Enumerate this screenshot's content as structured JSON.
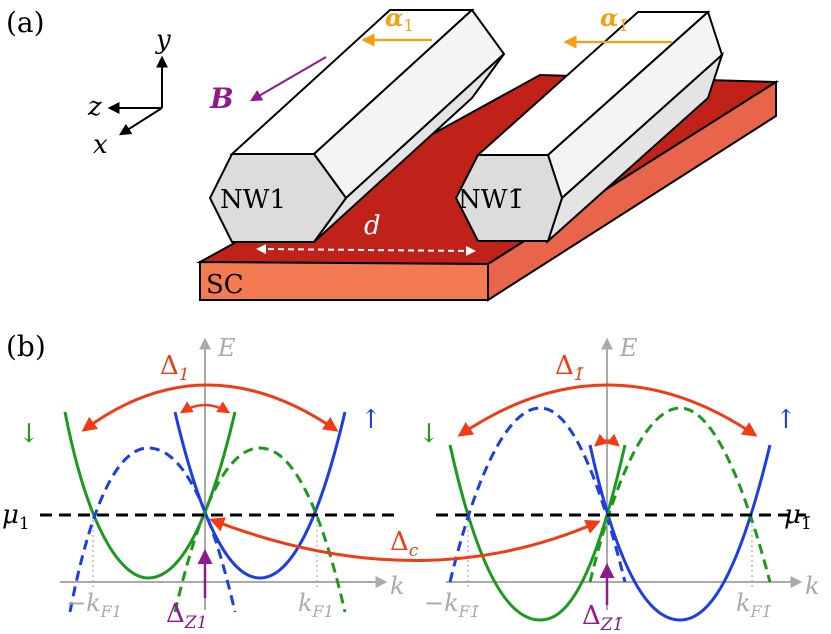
{
  "panel_a": {
    "label": "(a)",
    "axes": {
      "y": "y",
      "z": "z",
      "x": "x"
    },
    "field": "B",
    "alpha_left": {
      "base": "α",
      "sub": "1"
    },
    "alpha_right": {
      "base": "α",
      "sub": "1̄"
    },
    "nw_left": "NW1",
    "nw_right": "NW1̄",
    "substrate": "SC",
    "separation": "d"
  },
  "panel_b": {
    "label": "(b)",
    "left": {
      "E_axis": "E",
      "k_axis": "k",
      "delta": {
        "base": "Δ",
        "sub": "1"
      },
      "mu": {
        "base": "μ",
        "sub": "1"
      },
      "spin_down": "↓",
      "spin_up": "↑",
      "neg_kf": {
        "base": "−k",
        "sub": "F1"
      },
      "pos_kf": {
        "base": "k",
        "sub": "F1"
      },
      "zeeman": {
        "base": "Δ",
        "sub": "Z1"
      }
    },
    "right": {
      "E_axis": "E",
      "k_axis": "k",
      "delta": {
        "base": "Δ",
        "sub": "1̄"
      },
      "mu": {
        "base": "μ",
        "sub": "1̄"
      },
      "spin_down": "↓",
      "spin_up": "↑",
      "neg_kf": {
        "base": "−k",
        "sub": "F1̄"
      },
      "pos_kf": {
        "base": "k",
        "sub": "F1̄"
      },
      "zeeman": {
        "base": "Δ",
        "sub": "Z1̄"
      }
    },
    "coupling": {
      "base": "Δ",
      "sub": "c"
    }
  },
  "colors": {
    "superconductor_top": "#c0221a",
    "superconductor_side": "#e8644a",
    "superconductor_front": "#f47a52",
    "alpha_arrow": "#f5a013",
    "field_arrow": "#8e1b8e",
    "pairing": "#f23a14",
    "spin_down": "#1d9a1d",
    "spin_up": "#1c3ee6",
    "axis_gray": "#aaaaaa"
  }
}
